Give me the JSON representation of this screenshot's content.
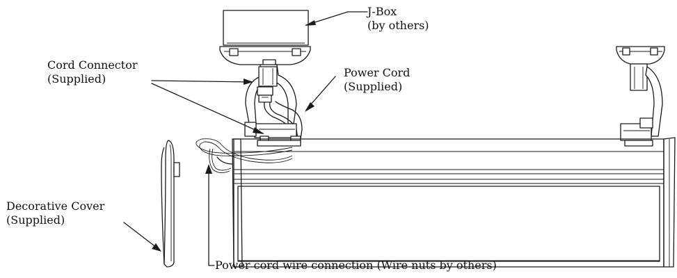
{
  "labels": {
    "jbox": {
      "line1": "J-Box",
      "line2": "(by others)"
    },
    "cord_connector": {
      "line1": "Cord Connector",
      "line2": "(Supplied)"
    },
    "power_cord": {
      "line1": "Power Cord",
      "line2": "(Supplied)"
    },
    "decorative_cover": {
      "line1": "Decorative Cover",
      "line2": "(Supplied)"
    },
    "wire_connection": {
      "line1": "Power cord wire connection (Wire nuts by others)"
    }
  },
  "colors": {
    "ink": "#1a1a1a",
    "background": "#ffffff"
  }
}
